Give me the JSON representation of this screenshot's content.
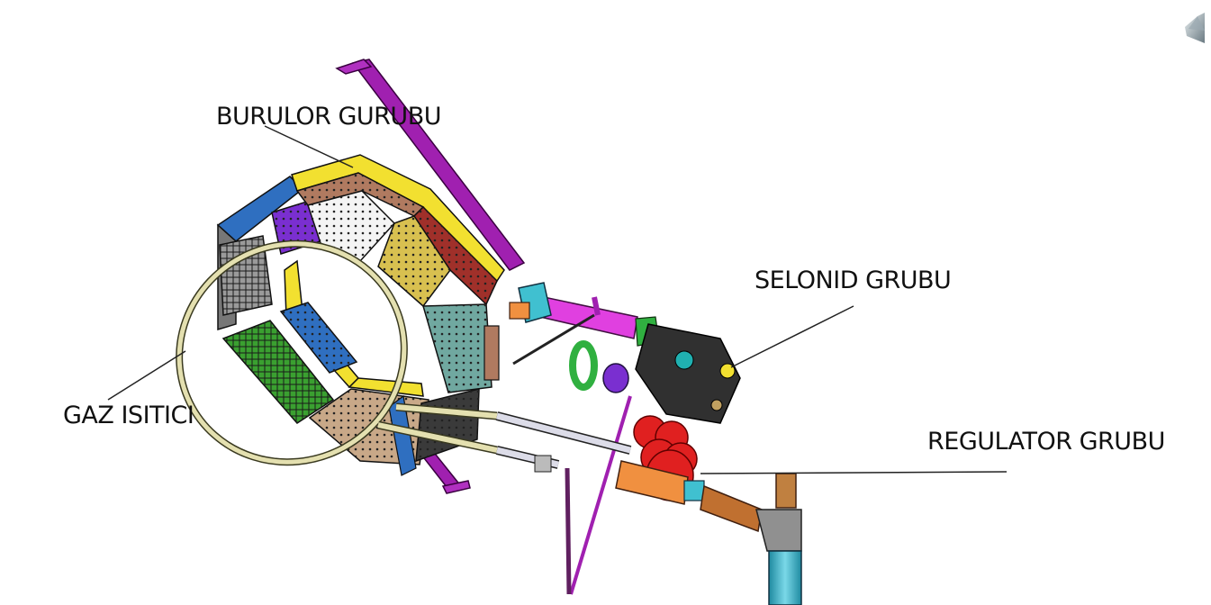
{
  "labels": {
    "burner_group": "BURULOR GURUBU",
    "solenoid_group": "SELONID GRUBU",
    "gas_heater": "GAZ ISITICI",
    "regulator_group": "REGULATOR GRUBU"
  },
  "icons": {
    "corner_icon": "viewer-navigation-icon"
  },
  "colors": {
    "background": "#ffffff",
    "leader_line": "#222222",
    "bracket": "#a020b0",
    "frame_yellow": "#f2e030",
    "panel_brown": "#b07a60",
    "panel_white": "#f4f4f4",
    "panel_red": "#a0302a",
    "panel_gold": "#d8c050",
    "panel_teal": "#70a8a0",
    "panel_tan": "#c8a888",
    "panel_green": "#3aa030",
    "panel_blue": "#2f6fc0",
    "panel_grey": "#9a9a9a",
    "panel_purple": "#7a2fd0",
    "heater_coil": "#e4e0b0",
    "pipe_magenta": "#e040e0",
    "regulator_red": "#e02020",
    "pipe_orange": "#f09040",
    "fitting_cyan": "#40c0d0"
  }
}
